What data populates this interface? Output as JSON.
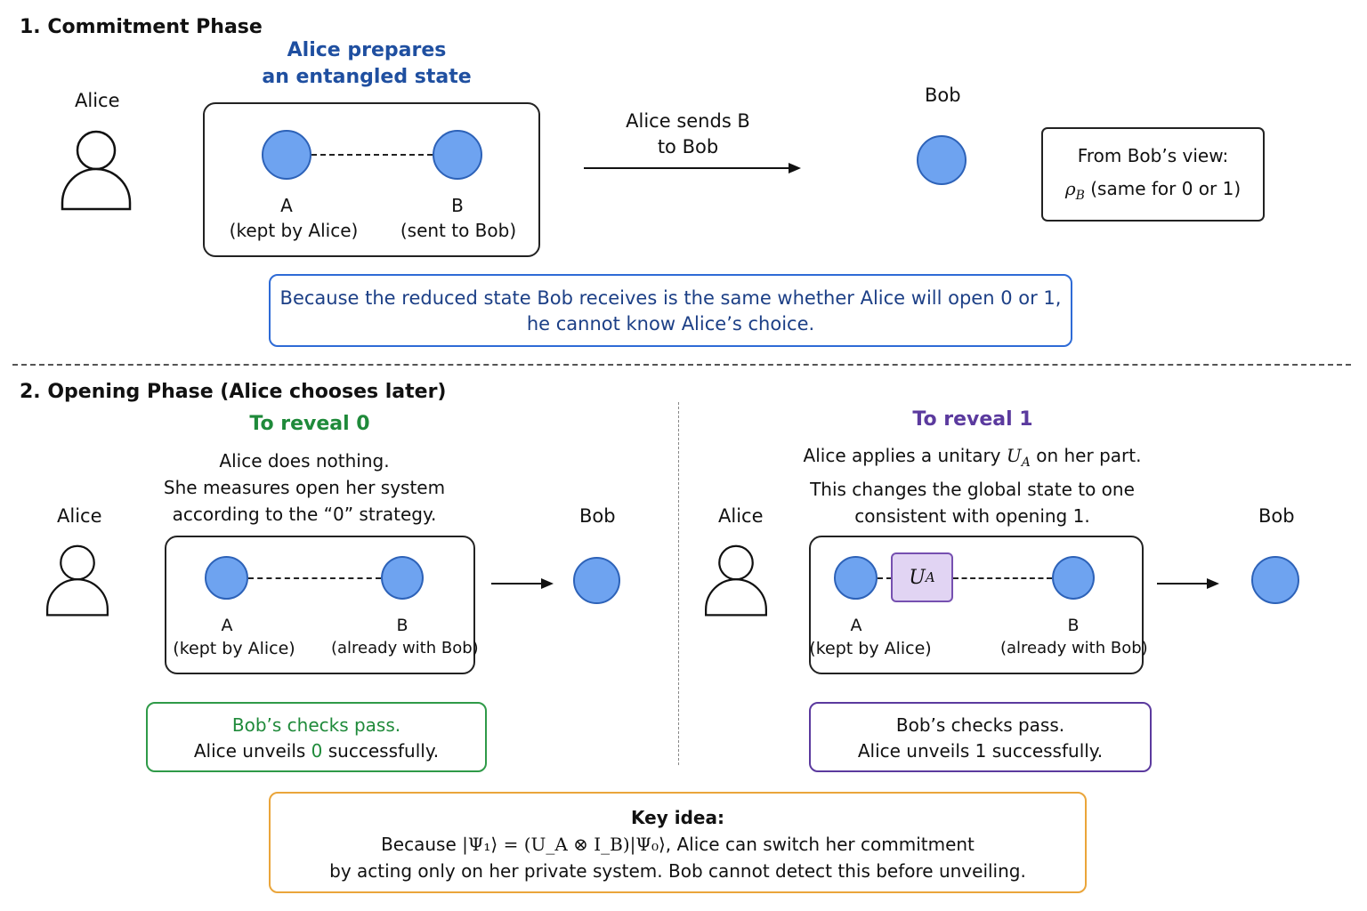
{
  "commitment": {
    "title": "1. Commitment Phase",
    "prepares_line1": "Alice prepares",
    "prepares_line2": "an entangled state",
    "alice_label": "Alice",
    "bob_label": "Bob",
    "qubit_a_name": "A",
    "qubit_a_desc": "(kept by Alice)",
    "qubit_b_name": "B",
    "qubit_b_desc": "(sent to Bob)",
    "sends_line1": "Alice sends B",
    "sends_line2": "to Bob",
    "bob_view_title": "From Bob’s view:",
    "bob_view_rho": "ρ",
    "bob_view_rho_sub": "B",
    "bob_view_rest": " (same for 0 or 1)",
    "note_line1": "Because the reduced state Bob receives is the same whether Alice will open 0 or 1,",
    "note_line2": "he cannot know Alice’s choice."
  },
  "opening": {
    "title": "2. Opening Phase (Alice chooses later)",
    "reveal0": {
      "heading": "To reveal 0",
      "desc_line1": "Alice does nothing.",
      "desc_line2": "She measures open her system",
      "desc_line3": "according to the “0” strategy.",
      "alice_label": "Alice",
      "bob_label": "Bob",
      "qubit_a_name": "A",
      "qubit_a_desc": "(kept by Alice)",
      "qubit_b_name": "B",
      "qubit_b_desc": "(already with Bob)",
      "result_line1": "Bob’s checks pass.",
      "result_line2_pre": "Alice unveils ",
      "result_value": "0",
      "result_line2_post": " successfully."
    },
    "reveal1": {
      "heading": "To reveal 1",
      "desc_line1_pre": "Alice applies a unitary ",
      "desc_u": "U",
      "desc_u_sub": "A",
      "desc_line1_post": " on her part.",
      "desc_line2": "This changes the global state to one",
      "desc_line3": "consistent with opening 1.",
      "alice_label": "Alice",
      "bob_label": "Bob",
      "gate_u": "U",
      "gate_u_sub": "A",
      "qubit_a_name": "A",
      "qubit_a_desc": "(kept by Alice)",
      "qubit_b_name": "B",
      "qubit_b_desc": "(already with Bob)",
      "result_line1": "Bob’s checks pass.",
      "result_line2": "Alice unveils 1 successfully."
    }
  },
  "key_idea": {
    "title": "Key idea:",
    "line1_pre": "Because ",
    "formula": "|Ψ₁⟩ = (U_A ⊗ I_B)|Ψ₀⟩",
    "line1_post": ", Alice can switch her commitment",
    "line2": "by acting only on her private system. Bob cannot detect this before unveiling."
  },
  "colors": {
    "blue_heading": "#1f4fa0",
    "navy_note": "#1c3f86",
    "green": "#1f8a3a",
    "purple": "#5b3a9e",
    "orange": "#eaa53a",
    "qubit_fill": "#6ea3f0"
  },
  "icons": [
    "person-icon",
    "arrow-right-icon"
  ]
}
